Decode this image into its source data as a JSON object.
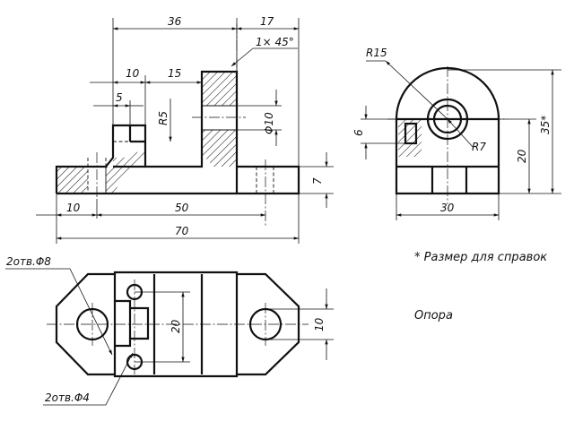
{
  "front_view": {
    "dims": {
      "w36": "36",
      "w17": "17",
      "chamfer": "1× 45°",
      "w10": "10",
      "w15": "15",
      "w5": "5",
      "r5": "R5",
      "d10": "Φ10",
      "h7": "7",
      "b10": "10",
      "b50": "50",
      "b70": "70"
    }
  },
  "side_view": {
    "dims": {
      "r15": "R15",
      "h6": "6",
      "r7": "R7",
      "h20": "20",
      "h35": "35*",
      "w30": "30"
    }
  },
  "top_view": {
    "holes8": "2отв.Φ8",
    "holes4": "2отв.Φ4",
    "d20": "20",
    "d10": "10"
  },
  "notes": {
    "reference": "* Размер для справок",
    "title": "Опора"
  },
  "colors": {
    "line": "#111111",
    "background": "#ffffff"
  }
}
